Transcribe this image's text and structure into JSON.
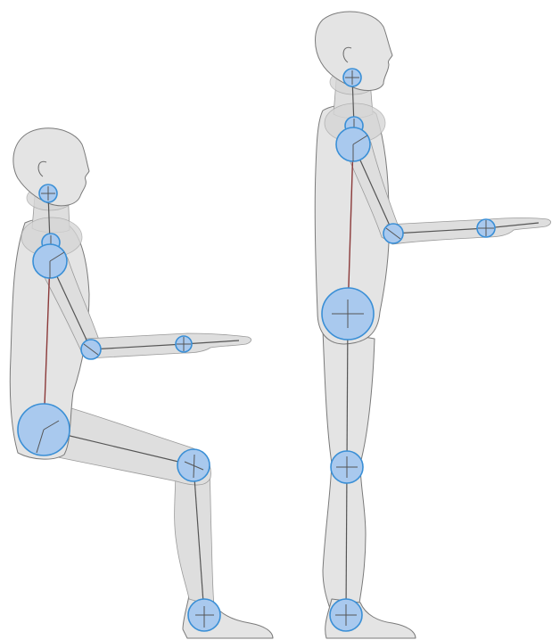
{
  "figures": [
    {
      "pose": "seated",
      "joints": [
        "neck",
        "shoulder-upper",
        "shoulder",
        "elbow",
        "wrist",
        "hip",
        "knee",
        "ankle"
      ]
    },
    {
      "pose": "standing",
      "joints": [
        "neck",
        "shoulder-upper",
        "shoulder",
        "elbow",
        "wrist",
        "hip",
        "knee",
        "ankle"
      ]
    }
  ],
  "colors": {
    "joint_fill": "#a9c9ee",
    "joint_stroke": "#3a8fd6",
    "body_fill": "#e4e4e4",
    "outline": "#7a7a7a",
    "spine_line": "#8b3a3a"
  }
}
